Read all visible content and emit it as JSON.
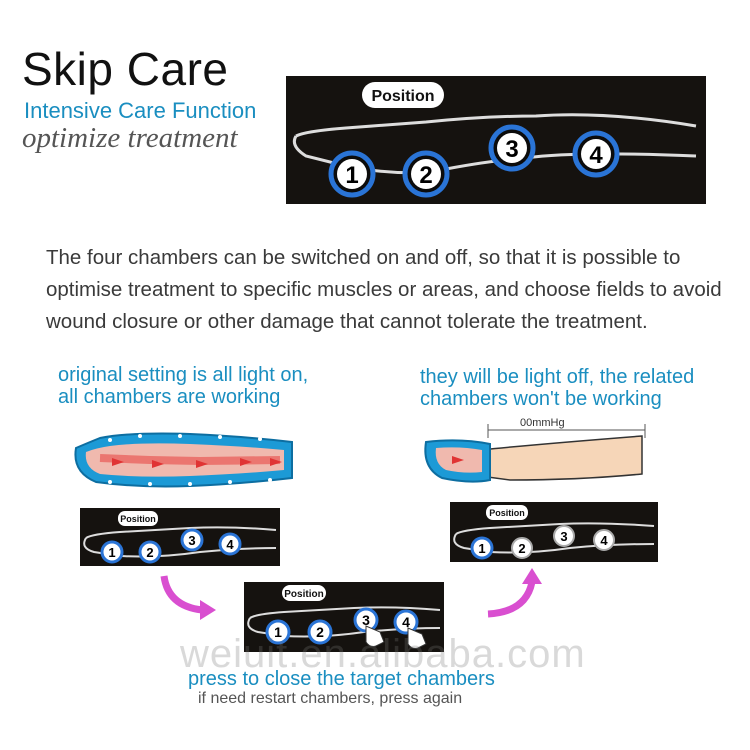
{
  "header": {
    "title": "Skip Care",
    "subtitle": "Intensive Care Function",
    "tagline": "optimize treatment"
  },
  "description": "The four chambers can be switched on and off, so that it is possible to optimise treatment to specific muscles or areas, and choose fields to avoid wound closure or other damage that cannot tolerate the treatment.",
  "panel": {
    "position_label": "Position",
    "chambers": [
      "1",
      "2",
      "3",
      "4"
    ]
  },
  "left_caption": {
    "line1": "original setting is all light on,",
    "line2": "all chambers are working"
  },
  "right_caption": {
    "line1": "they will be light off, the related",
    "line2": "chambers won't be working"
  },
  "pressure_label": "00mmHg",
  "footer": {
    "line1": "press to close the target chambers",
    "line2": "if need restart chambers, press again"
  },
  "watermark": "weiuit.en.alibaba.com",
  "colors": {
    "accent": "#1a8ec0",
    "chamber_on": "#1e6fd8",
    "arrow": "#d94fd0",
    "panel_bg": "#15120f"
  }
}
